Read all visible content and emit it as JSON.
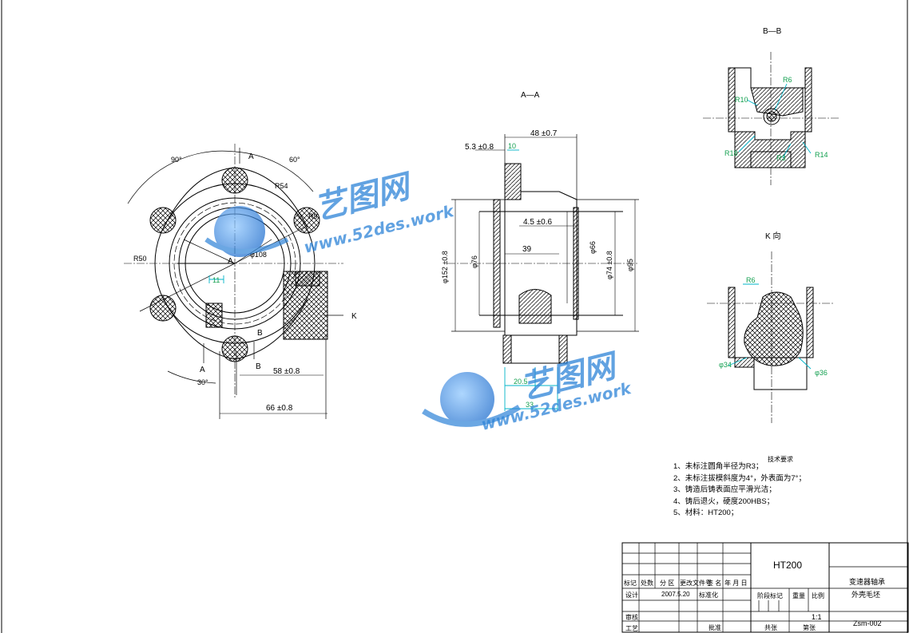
{
  "views": {
    "aa_title": "A—A",
    "bb_title": "B—B",
    "k_title": "K 向"
  },
  "front": {
    "angle_left": "90°",
    "angle_right": "60°",
    "angle_bottom": "30°",
    "r50": "R50",
    "r9": "R9",
    "r54": "R54",
    "phi108": "φ108",
    "dim_11": "11",
    "dim_58": "58 ±0.8",
    "dim_66": "66 ±0.8",
    "label_a": "A",
    "label_b": "B",
    "label_k": "K"
  },
  "section_aa": {
    "dim_48": "48 ±0.7",
    "dim_5_3": "5.3 ±0.8",
    "dim_10": "10",
    "dim_4_5": "4.5 ±0.6",
    "dim_39": "39",
    "dim_152": "φ152 ±0.8",
    "dim_76": "φ76",
    "dim_66d": "φ66",
    "dim_74": "φ74 ±0.8",
    "dim_95": "φ95",
    "dim_20": "20.5",
    "dim_33": "33"
  },
  "section_bb": {
    "r6": "R6",
    "r10": "R10",
    "r18": "R18",
    "r3": "R3",
    "r14": "R14"
  },
  "view_k": {
    "r6": "R6",
    "phi34": "φ34",
    "phi36": "φ36"
  },
  "notes": {
    "heading": "技术要求",
    "items": [
      "1、未标注圆角半径为R3；",
      "2、未标注拔模斜度为4°，外表面为7°；",
      "3、铸造后铸表面应平滑光洁；",
      "4、铸后退火，硬度200HBS；",
      "5、材料：HT200；"
    ]
  },
  "title_block": {
    "material": "HT200",
    "part_name_line1": "变速器轴承",
    "part_name_line2": "外壳毛坯",
    "scale": "1:1",
    "drawing_no": "Zsm-002",
    "row_header": [
      "标记",
      "处数",
      "分 区",
      "更改文件号",
      "签 名",
      "年 月 日"
    ],
    "design": "设计",
    "date": "2007.5.20",
    "std": "标准化",
    "stage_mark": "阶段标记",
    "weight": "重量",
    "ratio": "比例",
    "review": "审核",
    "process": "工艺",
    "approve": "批准",
    "sheets_total": "共张",
    "sheet_no": "第张"
  },
  "watermark": {
    "brand": "艺图网",
    "url": "www.52des.work"
  }
}
